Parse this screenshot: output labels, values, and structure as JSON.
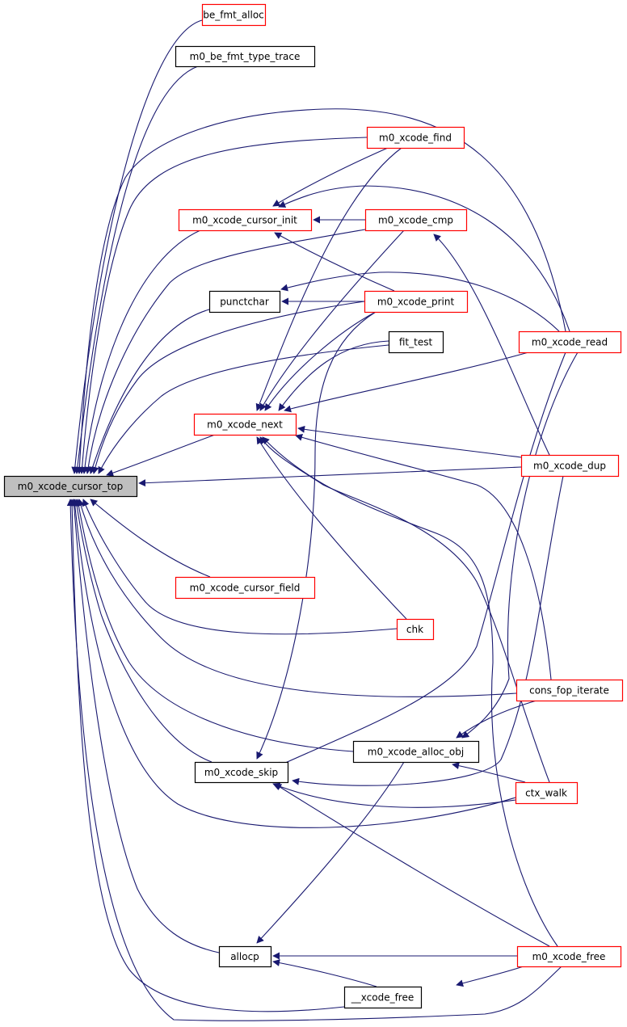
{
  "diagram": {
    "type": "call-graph",
    "direction": "right-to-left",
    "colors": {
      "edge": "#191970",
      "node_border_default": "#000000",
      "node_border_truncated": "#ff0000",
      "focus_fill": "#bfbfbf",
      "node_fill": "#ffffff"
    },
    "focus_node": "m0_xcode_cursor_top",
    "nodes": [
      {
        "id": "m0_xcode_cursor_top",
        "label": "m0_xcode_cursor_top",
        "style": "focus"
      },
      {
        "id": "be_fmt_alloc",
        "label": "be_fmt_alloc",
        "style": "truncated"
      },
      {
        "id": "m0_be_fmt_type_trace",
        "label": "m0_be_fmt_type_trace",
        "style": "default"
      },
      {
        "id": "m0_xcode_find",
        "label": "m0_xcode_find",
        "style": "truncated"
      },
      {
        "id": "m0_xcode_cursor_init",
        "label": "m0_xcode_cursor_init",
        "style": "truncated"
      },
      {
        "id": "m0_xcode_cmp",
        "label": "m0_xcode_cmp",
        "style": "truncated"
      },
      {
        "id": "punctchar",
        "label": "punctchar",
        "style": "default"
      },
      {
        "id": "m0_xcode_print",
        "label": "m0_xcode_print",
        "style": "truncated"
      },
      {
        "id": "fit_test",
        "label": "fit_test",
        "style": "default"
      },
      {
        "id": "m0_xcode_read",
        "label": "m0_xcode_read",
        "style": "truncated"
      },
      {
        "id": "m0_xcode_next",
        "label": "m0_xcode_next",
        "style": "truncated"
      },
      {
        "id": "m0_xcode_dup",
        "label": "m0_xcode_dup",
        "style": "truncated"
      },
      {
        "id": "m0_xcode_cursor_field",
        "label": "m0_xcode_cursor_field",
        "style": "truncated"
      },
      {
        "id": "chk",
        "label": "chk",
        "style": "truncated"
      },
      {
        "id": "cons_fop_iterate",
        "label": "cons_fop_iterate",
        "style": "truncated"
      },
      {
        "id": "m0_xcode_alloc_obj",
        "label": "m0_xcode_alloc_obj",
        "style": "default"
      },
      {
        "id": "m0_xcode_skip",
        "label": "m0_xcode_skip",
        "style": "default"
      },
      {
        "id": "ctx_walk",
        "label": "ctx_walk",
        "style": "truncated"
      },
      {
        "id": "allocp",
        "label": "allocp",
        "style": "default"
      },
      {
        "id": "m0_xcode_free",
        "label": "m0_xcode_free",
        "style": "truncated"
      },
      {
        "id": "__xcode_free",
        "label": "__xcode_free",
        "style": "default"
      }
    ],
    "edges": [
      {
        "from": "be_fmt_alloc",
        "to": "m0_xcode_cursor_top"
      },
      {
        "from": "m0_be_fmt_type_trace",
        "to": "m0_xcode_cursor_top"
      },
      {
        "from": "m0_xcode_read",
        "to": "m0_xcode_cursor_top"
      },
      {
        "from": "m0_xcode_find",
        "to": "m0_xcode_cursor_top"
      },
      {
        "from": "m0_xcode_cursor_init",
        "to": "m0_xcode_cursor_top"
      },
      {
        "from": "m0_xcode_cmp",
        "to": "m0_xcode_cursor_top"
      },
      {
        "from": "punctchar",
        "to": "m0_xcode_cursor_top"
      },
      {
        "from": "m0_xcode_print",
        "to": "m0_xcode_cursor_top"
      },
      {
        "from": "fit_test",
        "to": "m0_xcode_cursor_top"
      },
      {
        "from": "m0_xcode_next",
        "to": "m0_xcode_cursor_top"
      },
      {
        "from": "m0_xcode_dup",
        "to": "m0_xcode_cursor_top"
      },
      {
        "from": "m0_xcode_cursor_field",
        "to": "m0_xcode_cursor_top"
      },
      {
        "from": "chk",
        "to": "m0_xcode_cursor_top"
      },
      {
        "from": "cons_fop_iterate",
        "to": "m0_xcode_cursor_top"
      },
      {
        "from": "m0_xcode_alloc_obj",
        "to": "m0_xcode_cursor_top"
      },
      {
        "from": "m0_xcode_skip",
        "to": "m0_xcode_cursor_top"
      },
      {
        "from": "ctx_walk",
        "to": "m0_xcode_cursor_top"
      },
      {
        "from": "allocp",
        "to": "m0_xcode_cursor_top"
      },
      {
        "from": "__xcode_free",
        "to": "m0_xcode_cursor_top"
      },
      {
        "from": "m0_xcode_free",
        "to": "m0_xcode_cursor_top"
      },
      {
        "from": "m0_xcode_find",
        "to": "m0_xcode_cursor_init"
      },
      {
        "from": "m0_xcode_read",
        "to": "m0_xcode_cursor_init"
      },
      {
        "from": "m0_xcode_cmp",
        "to": "m0_xcode_cursor_init"
      },
      {
        "from": "m0_xcode_print",
        "to": "m0_xcode_cursor_init"
      },
      {
        "from": "m0_xcode_dup",
        "to": "m0_xcode_cmp"
      },
      {
        "from": "m0_xcode_read",
        "to": "punctchar"
      },
      {
        "from": "m0_xcode_print",
        "to": "punctchar"
      },
      {
        "from": "m0_xcode_find",
        "to": "m0_xcode_next"
      },
      {
        "from": "m0_xcode_cmp",
        "to": "m0_xcode_next"
      },
      {
        "from": "m0_xcode_print",
        "to": "m0_xcode_next"
      },
      {
        "from": "fit_test",
        "to": "m0_xcode_next"
      },
      {
        "from": "m0_xcode_read",
        "to": "m0_xcode_next"
      },
      {
        "from": "m0_xcode_dup",
        "to": "m0_xcode_next"
      },
      {
        "from": "chk",
        "to": "m0_xcode_next"
      },
      {
        "from": "cons_fop_iterate",
        "to": "m0_xcode_next"
      },
      {
        "from": "ctx_walk",
        "to": "m0_xcode_next"
      },
      {
        "from": "m0_xcode_free",
        "to": "m0_xcode_next"
      },
      {
        "from": "m0_xcode_print",
        "to": "m0_xcode_skip"
      },
      {
        "from": "m0_xcode_read",
        "to": "m0_xcode_skip"
      },
      {
        "from": "m0_xcode_dup",
        "to": "m0_xcode_skip"
      },
      {
        "from": "ctx_walk",
        "to": "m0_xcode_skip"
      },
      {
        "from": "m0_xcode_free",
        "to": "m0_xcode_skip"
      },
      {
        "from": "cons_fop_iterate",
        "to": "m0_xcode_alloc_obj"
      },
      {
        "from": "m0_xcode_read",
        "to": "m0_xcode_alloc_obj"
      },
      {
        "from": "ctx_walk",
        "to": "m0_xcode_alloc_obj"
      },
      {
        "from": "m0_xcode_alloc_obj",
        "to": "allocp"
      },
      {
        "from": "m0_xcode_free",
        "to": "allocp"
      },
      {
        "from": "__xcode_free",
        "to": "allocp"
      },
      {
        "from": "m0_xcode_free",
        "to": "__xcode_free"
      }
    ]
  }
}
